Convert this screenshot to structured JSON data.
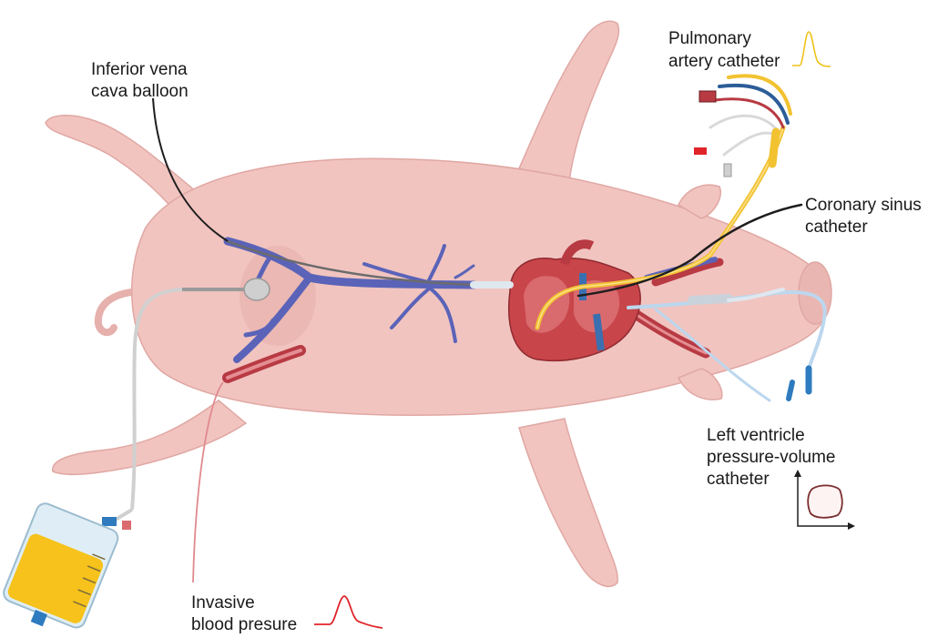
{
  "labels": {
    "ivc_line1": "Inferior vena",
    "ivc_line2": "cava balloon",
    "pa_line1": "Pulmonary",
    "pa_line2": "artery catheter",
    "cs_line1": "Coronary sinus",
    "cs_line2": "catheter",
    "lv_line1": "Left ventricle",
    "lv_line2": "pressure-volume",
    "lv_line3": "catheter",
    "bp_line1": "Invasive",
    "bp_line2": "blood presure"
  },
  "colors": {
    "skin": "#f1c4c0",
    "skin_shadow": "#e0a7a3",
    "vein": "#5a63b8",
    "artery": "#b83a43",
    "heart": "#c8454a",
    "catheter_yellow": "#f2c230",
    "catheter_blue": "#2c5d99",
    "catheter_white": "#dfe7ef",
    "urine": "#f6c21b",
    "bp_wave": "#e0242a",
    "pa_wave": "#efc21a",
    "pv_loop": "#7a2e2e"
  },
  "icons": [
    "pig-body-illustration",
    "heart-illustration",
    "urine-bag-icon",
    "pressure-waveform-icon",
    "pv-loop-icon"
  ]
}
